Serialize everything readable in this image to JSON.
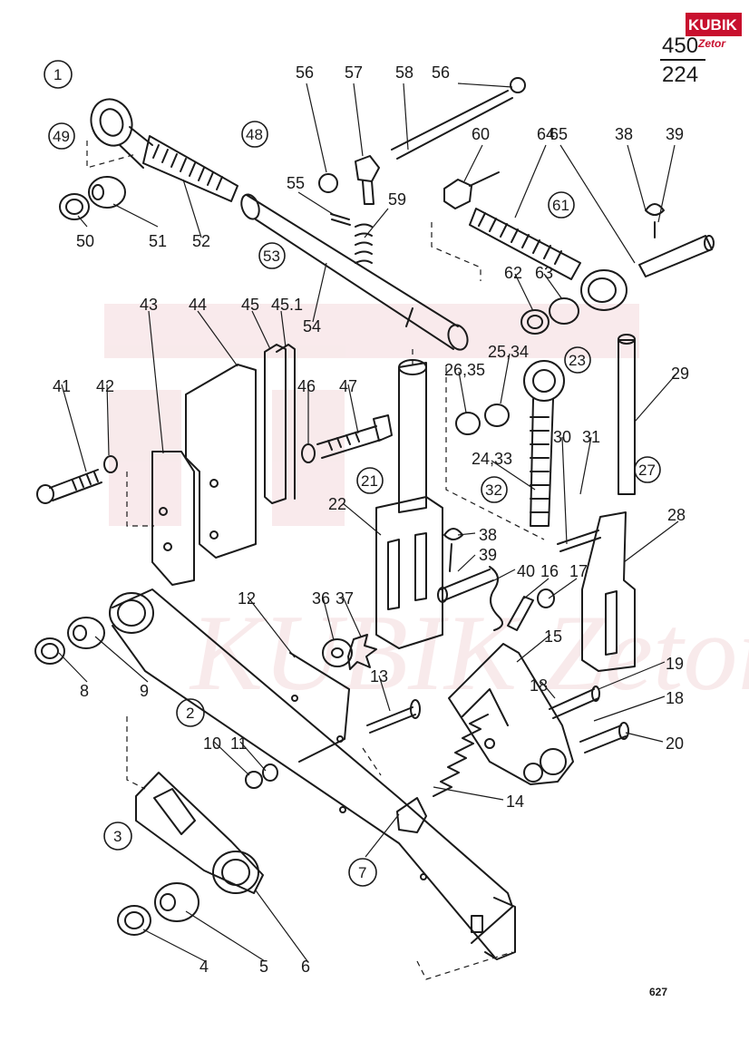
{
  "header": {
    "page_number": "450",
    "page_total": "224",
    "figure_code": "627"
  },
  "logo": {
    "brand": "KUBIK",
    "sub": "Zetor",
    "brand_color": "#c8102e"
  },
  "watermark": {
    "text": "KUBIK Zetor",
    "color": "#f4d9dc"
  },
  "colors": {
    "line": "#1a1a1a",
    "background": "#ffffff"
  },
  "part_labels": [
    "56",
    "57",
    "58",
    "56",
    "55",
    "59",
    "60",
    "64",
    "65",
    "38",
    "39",
    "52",
    "50",
    "51",
    "54",
    "62",
    "63",
    "43",
    "44",
    "45",
    "45.1",
    "41",
    "42",
    "46",
    "47",
    "26,35",
    "25,34",
    "30",
    "31",
    "29",
    "24,33",
    "22",
    "38",
    "39",
    "40",
    "16",
    "17",
    "28",
    "12",
    "36",
    "37",
    "13",
    "15",
    "19",
    "18",
    "18",
    "20",
    "8",
    "9",
    "10",
    "11",
    "14",
    "4",
    "5",
    "6"
  ],
  "group_labels": [
    "1",
    "49",
    "48",
    "53",
    "61",
    "21",
    "23",
    "32",
    "27",
    "2",
    "3",
    "7"
  ]
}
